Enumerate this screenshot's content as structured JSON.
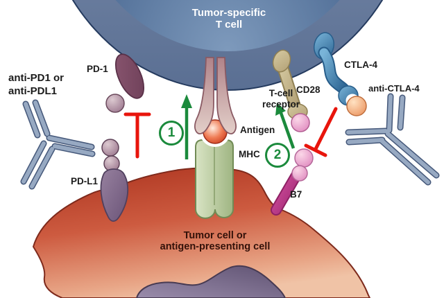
{
  "diagram": {
    "t_cell": {
      "line1": "Tumor-specific",
      "line2": "T cell"
    },
    "tumor_cell": {
      "line1": "Tumor cell or",
      "line2": "antigen-presenting cell"
    },
    "labels": {
      "pd1": "PD-1",
      "pdl1": "PD-L1",
      "anti_pd_line1": "anti-PD1 or",
      "anti_pd_line2": "anti-PDL1",
      "tcr_line1": "T-cell",
      "tcr_line2": "receptor",
      "antigen": "Antigen",
      "mhc": "MHC",
      "cd28": "CD28",
      "ctla4": "CTLA-4",
      "anti_ctla4": "anti-CTLA-4",
      "b7": "B7"
    },
    "steps": {
      "one": "1",
      "two": "2"
    },
    "colors": {
      "activation_green": "#1b8a3c",
      "inhibition_red": "#e8150c",
      "t_cell_blue": "#2b4876",
      "tumor_red": "#c0442e",
      "antibody_gray_blue": "#97a9c2"
    }
  }
}
